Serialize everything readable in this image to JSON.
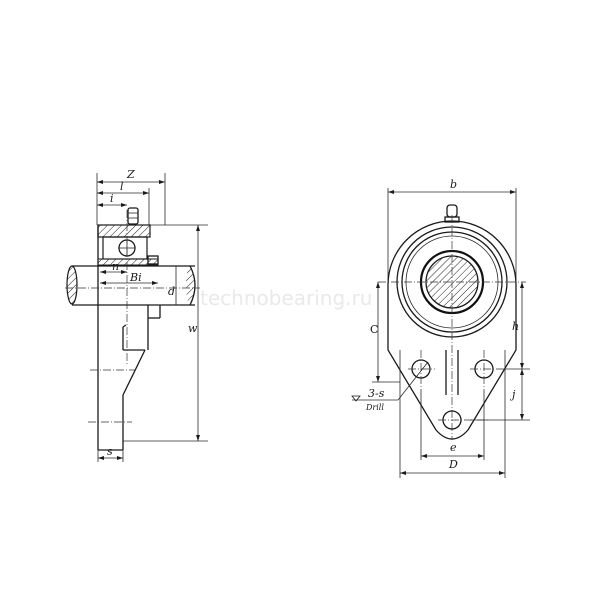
{
  "watermark": "technobearing.ru",
  "side_view": {
    "labels": {
      "Z": "Z",
      "l": "l",
      "i": "i",
      "n": "n",
      "Bi": "Bi",
      "d": "d",
      "w": "w",
      "s": "s"
    }
  },
  "front_view": {
    "labels": {
      "b": "b",
      "c": "C",
      "h": "h",
      "j": "j",
      "e": "e",
      "D": "D"
    },
    "drill_note": {
      "value": "3-s",
      "text": "Drill"
    }
  },
  "colors": {
    "line": "#1a1a1a",
    "background": "#ffffff",
    "watermark": "#e9e9e9"
  }
}
